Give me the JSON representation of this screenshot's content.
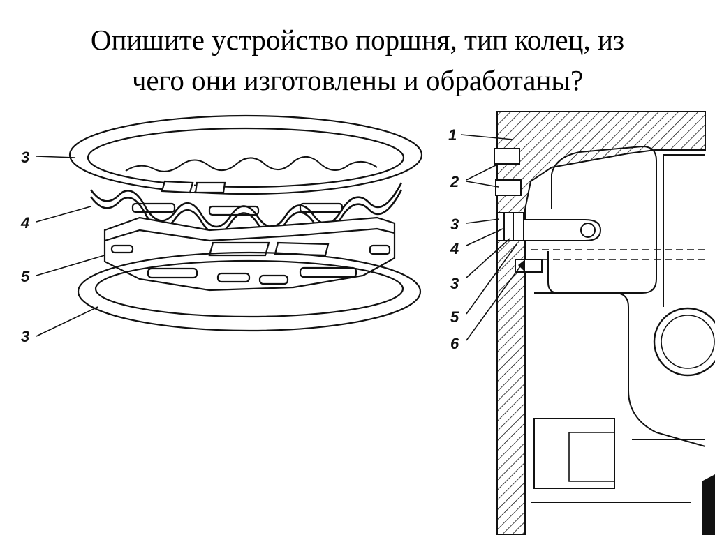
{
  "title": {
    "line1": "Опишите устройство поршня, тип колец, из",
    "line2": "чего они изготовлены и обработаны?"
  },
  "rings_figure": {
    "labels": [
      "3",
      "4",
      "5",
      "3"
    ]
  },
  "piston_figure": {
    "labels": [
      "1",
      "2",
      "3",
      "4",
      "3",
      "5",
      "6"
    ]
  },
  "colors": {
    "ink": "#111111",
    "background": "#ffffff"
  }
}
